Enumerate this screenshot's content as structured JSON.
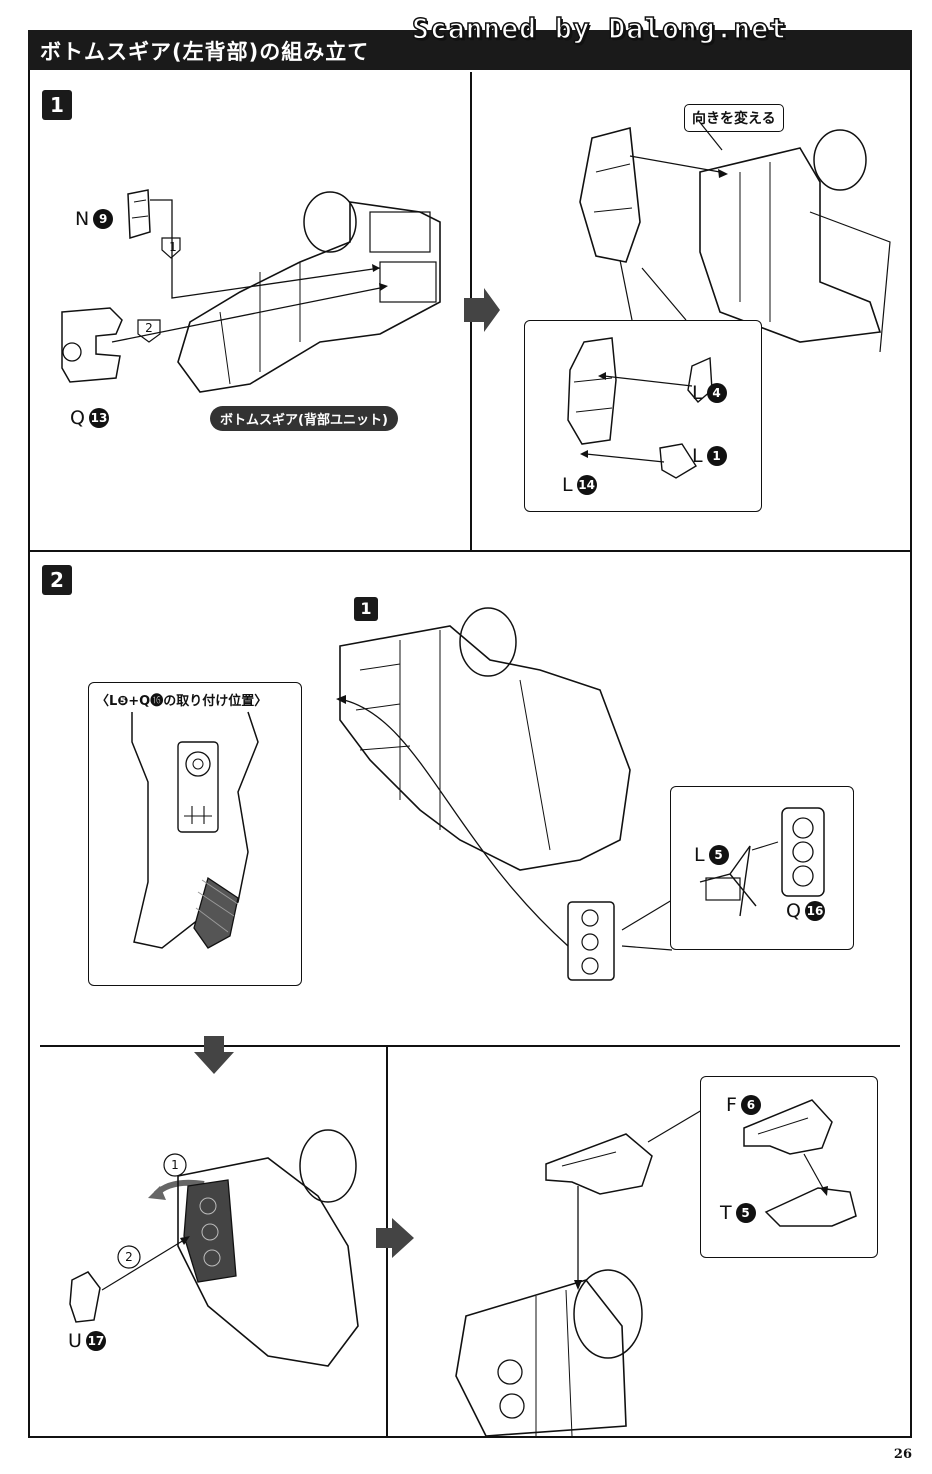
{
  "watermark": "Scanned by Dalong.net",
  "section_title": "ボトムスギア(左背部)の組み立て",
  "steps": {
    "s1": "1",
    "s2": "2",
    "ref1": "1"
  },
  "seq": {
    "a": "1",
    "b": "2",
    "c": "1",
    "d": "2"
  },
  "step1": {
    "label_n9": {
      "letter": "N",
      "num": "9"
    },
    "label_q13": {
      "letter": "Q",
      "num": "13"
    },
    "unit_pill": "ボトムスギア(背部ユニット)",
    "note_turn": "向きを変える",
    "label_l4": {
      "letter": "L",
      "num": "4"
    },
    "label_l1": {
      "letter": "L",
      "num": "1"
    },
    "label_l14": {
      "letter": "L",
      "num": "14"
    }
  },
  "step2": {
    "inset_title": "〈L❺+Q⓰の取り付け位置〉",
    "label_l5": {
      "letter": "L",
      "num": "5"
    },
    "label_q16": {
      "letter": "Q",
      "num": "16"
    },
    "label_u17": {
      "letter": "U",
      "num": "17"
    },
    "label_f6": {
      "letter": "F",
      "num": "6"
    },
    "label_t5": {
      "letter": "T",
      "num": "5"
    }
  },
  "page_number": "26"
}
